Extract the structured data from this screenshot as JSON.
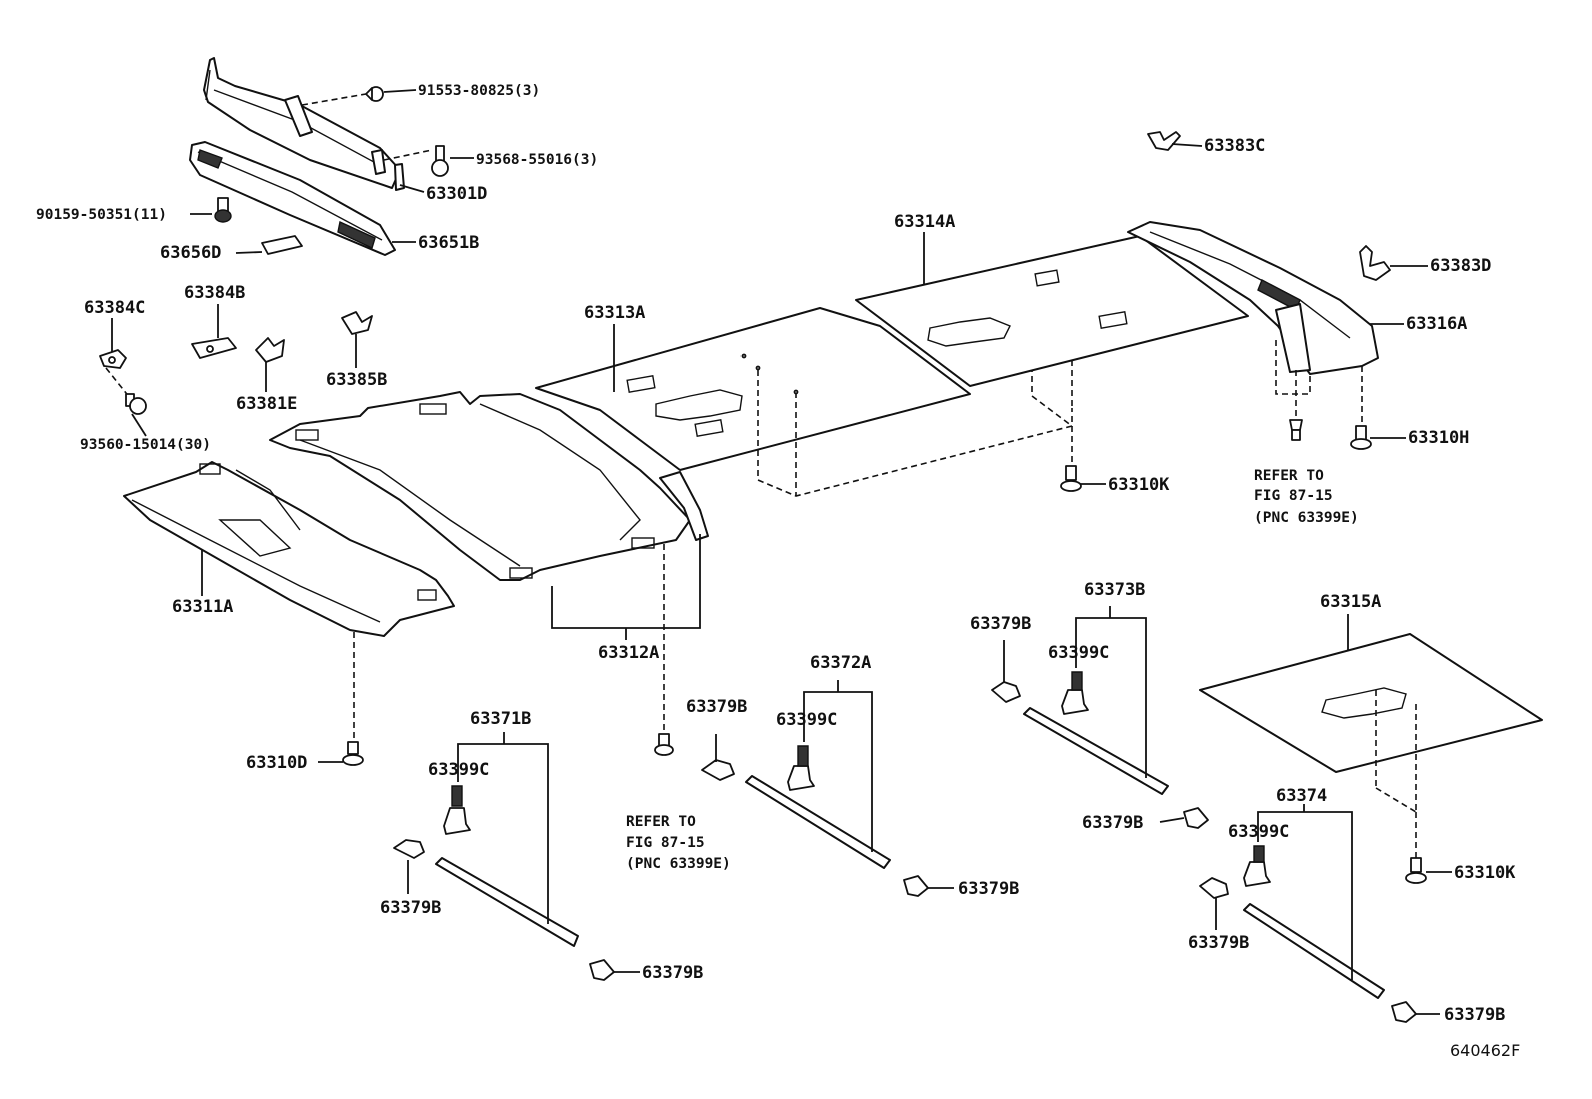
{
  "labels": {
    "p91553": "91553-80825(3)",
    "p93568": "93568-55016(3)",
    "p63301D": "63301D",
    "p90159": "90159-50351(11)",
    "p63656D": "63656D",
    "p63651B": "63651B",
    "p63384C": "63384C",
    "p63384B": "63384B",
    "p63381E": "63381E",
    "p63385B": "63385B",
    "p93560": "93560-15014(30)",
    "p63313A": "63313A",
    "p63314A": "63314A",
    "p63383C": "63383C",
    "p63383D": "63383D",
    "p63316A": "63316A",
    "p63310H": "63310H",
    "p63310K_top": "63310K",
    "p63311A": "63311A",
    "p63312A": "63312A",
    "p63310D": "63310D",
    "p63371B": "63371B",
    "p63399C_1": "63399C",
    "p63379B_1a": "63379B",
    "p63379B_1b": "63379B",
    "p63372A": "63372A",
    "p63379B_2a": "63379B",
    "p63399C_2": "63399C",
    "p63379B_2b": "63379B",
    "p63373B": "63373B",
    "p63379B_3a": "63379B",
    "p63399C_3": "63399C",
    "p63379B_3b": "63379B",
    "p63315A": "63315A",
    "p63374": "63374",
    "p63399C_4": "63399C",
    "p63379B_4a": "63379B",
    "p63379B_4b": "63379B",
    "p63310K_bottom": "63310K"
  },
  "references": {
    "right": {
      "line1": "REFER TO",
      "line2": "FIG 87-15",
      "line3": "(PNC 63399E)"
    },
    "center": {
      "line1": "REFER TO",
      "line2": "FIG 87-15",
      "line3": "(PNC 63399E)"
    }
  },
  "illustration_code": "640462F"
}
